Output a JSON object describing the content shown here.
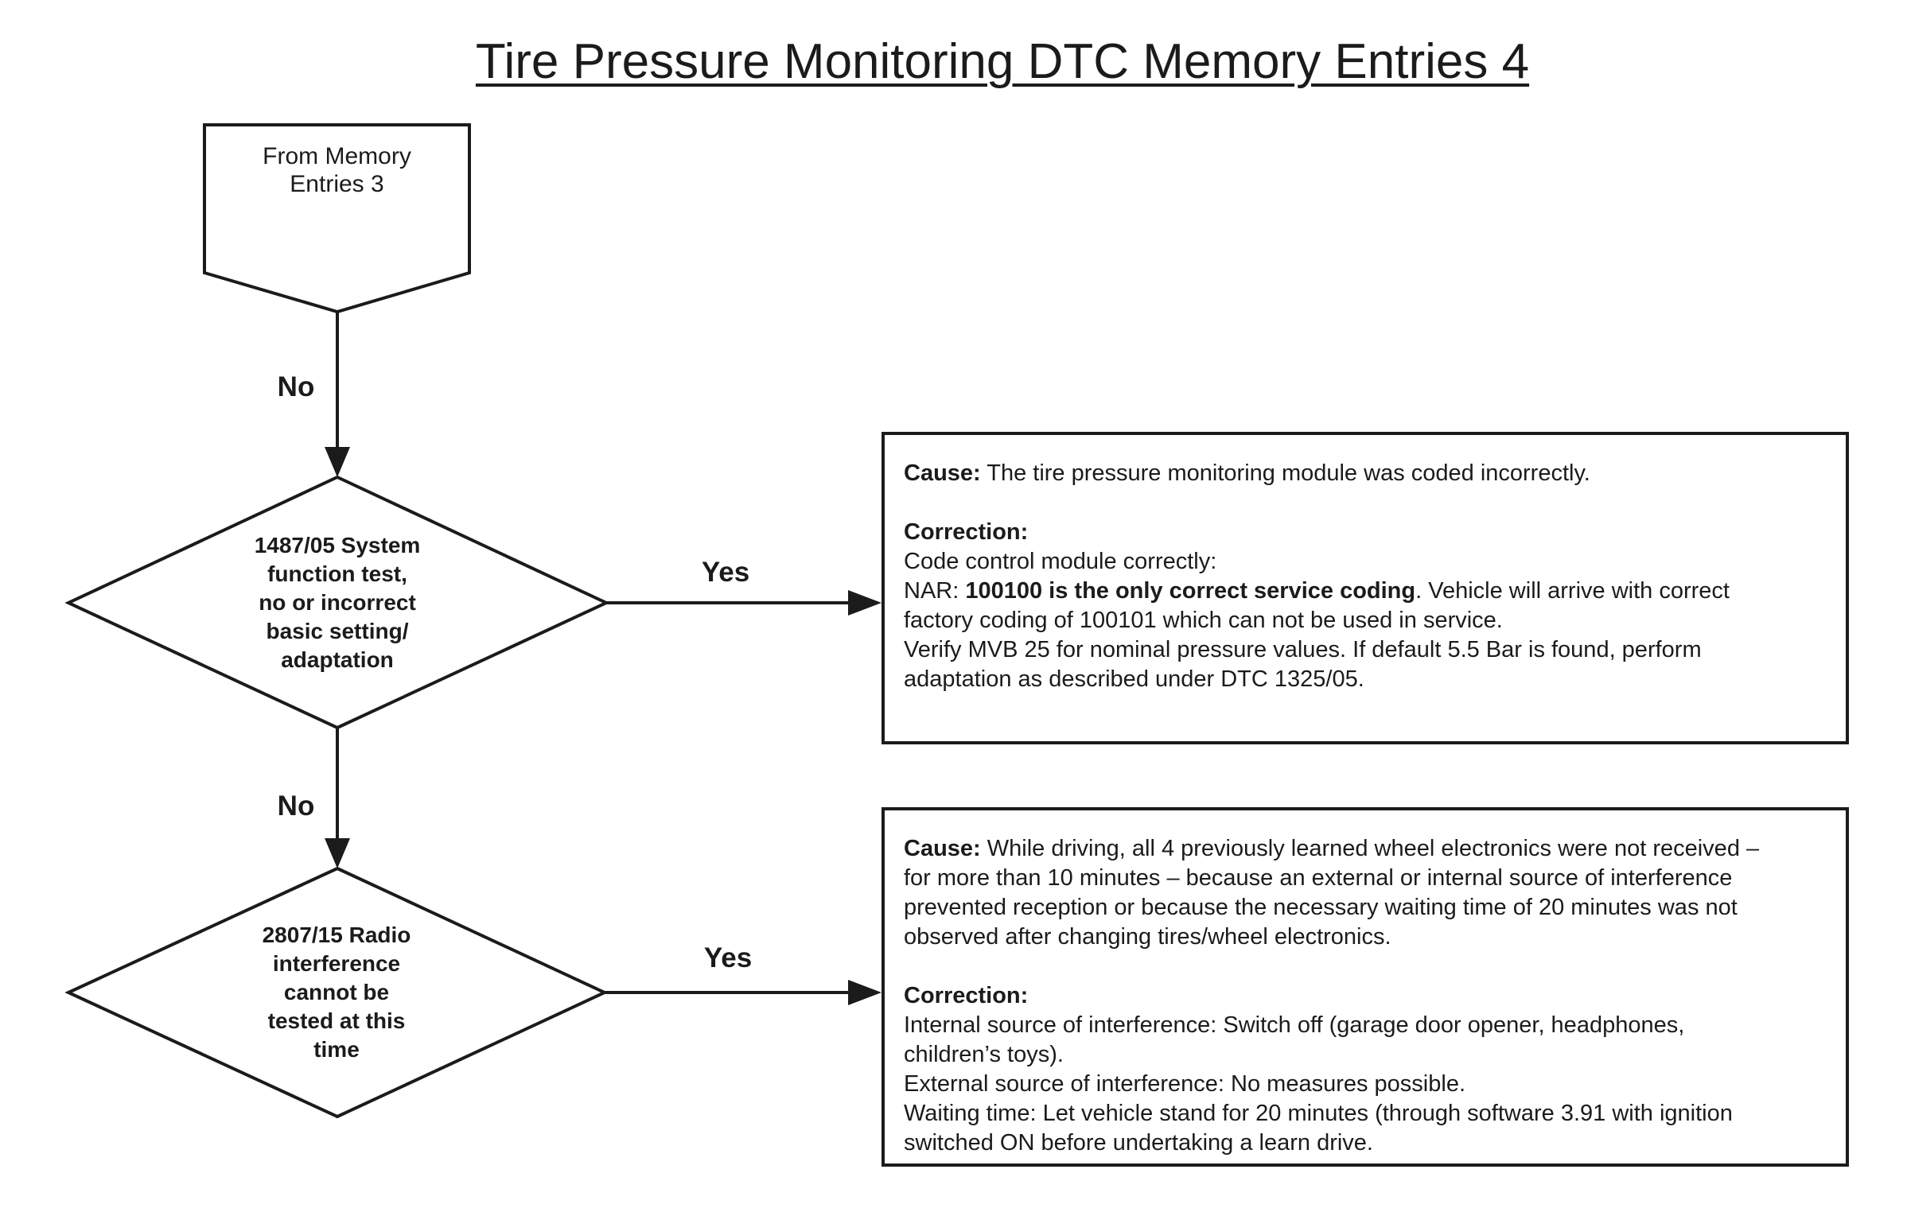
{
  "title": "Tire Pressure Monitoring DTC Memory Entries 4",
  "colors": {
    "ink": "#1b1b1b",
    "background": "#ffffff"
  },
  "nodes": {
    "start": {
      "lines": [
        "From Memory",
        "Entries 3"
      ]
    },
    "decision1": {
      "lines": [
        "1487/05 System",
        "function test,",
        "no or incorrect",
        "basic setting/",
        "adaptation"
      ]
    },
    "decision2": {
      "lines": [
        "2807/15 Radio",
        "interference",
        "cannot be",
        "tested at this",
        "time"
      ]
    }
  },
  "edges": {
    "no1": "No",
    "yes1": "Yes",
    "no2": "No",
    "yes2": "Yes"
  },
  "result_boxes": [
    {
      "lines": [
        {
          "bold": "Cause:",
          "post": " The tire pressure monitoring module was coded incorrectly."
        },
        {},
        {
          "bold": "Correction:"
        },
        {
          "pre": "Code control module correctly:"
        },
        {
          "pre": "NAR: ",
          "bold": "100100 is the only correct service coding",
          "post": ". Vehicle will arrive with correct"
        },
        {
          "pre": "factory coding of 100101 which can not be used in service."
        },
        {
          "pre": "Verify MVB 25 for nominal pressure values. If default 5.5 Bar is found, perform"
        },
        {
          "pre": "adaptation as described under DTC 1325/05."
        }
      ]
    },
    {
      "lines": [
        {
          "bold": "Cause:",
          "post": " While driving, all 4 previously learned wheel electronics were not received –"
        },
        {
          "pre": "for more than 10 minutes – because an external or internal source of interference"
        },
        {
          "pre": "prevented reception or because the necessary waiting time of 20 minutes was not"
        },
        {
          "pre": "observed after changing tires/wheel electronics."
        },
        {},
        {
          "bold": "Correction:"
        },
        {
          "pre": "Internal source of interference: Switch off (garage door opener, headphones,"
        },
        {
          "pre": "children’s toys)."
        },
        {
          "pre": "External source of interference: No measures possible."
        },
        {
          "pre": "Waiting time: Let vehicle stand for 20 minutes (through software 3.91 with ignition"
        },
        {
          "pre": "switched ON before undertaking a learn drive."
        }
      ]
    }
  ]
}
